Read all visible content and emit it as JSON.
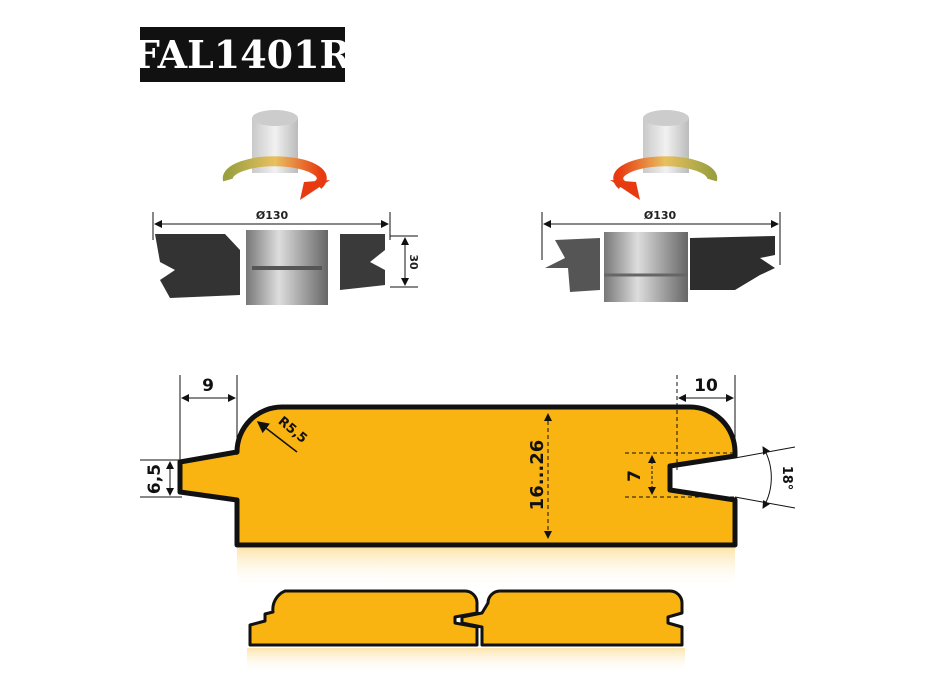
{
  "title": "FAL1401R",
  "cutters": [
    {
      "diameter_label": "Ø130",
      "height_label": "30",
      "rotation": "clockwise"
    },
    {
      "diameter_label": "Ø130",
      "rotation": "counterclockwise"
    }
  ],
  "profile": {
    "tongue_length": "9",
    "groove_depth": "10",
    "tongue_thickness": "6,5",
    "radius": "R5,5",
    "board_thickness": "16...26",
    "groove_width": "7",
    "groove_angle": "18°"
  },
  "colors": {
    "board": "#F9B412",
    "outline": "#111111",
    "title_bg": "#111111"
  }
}
